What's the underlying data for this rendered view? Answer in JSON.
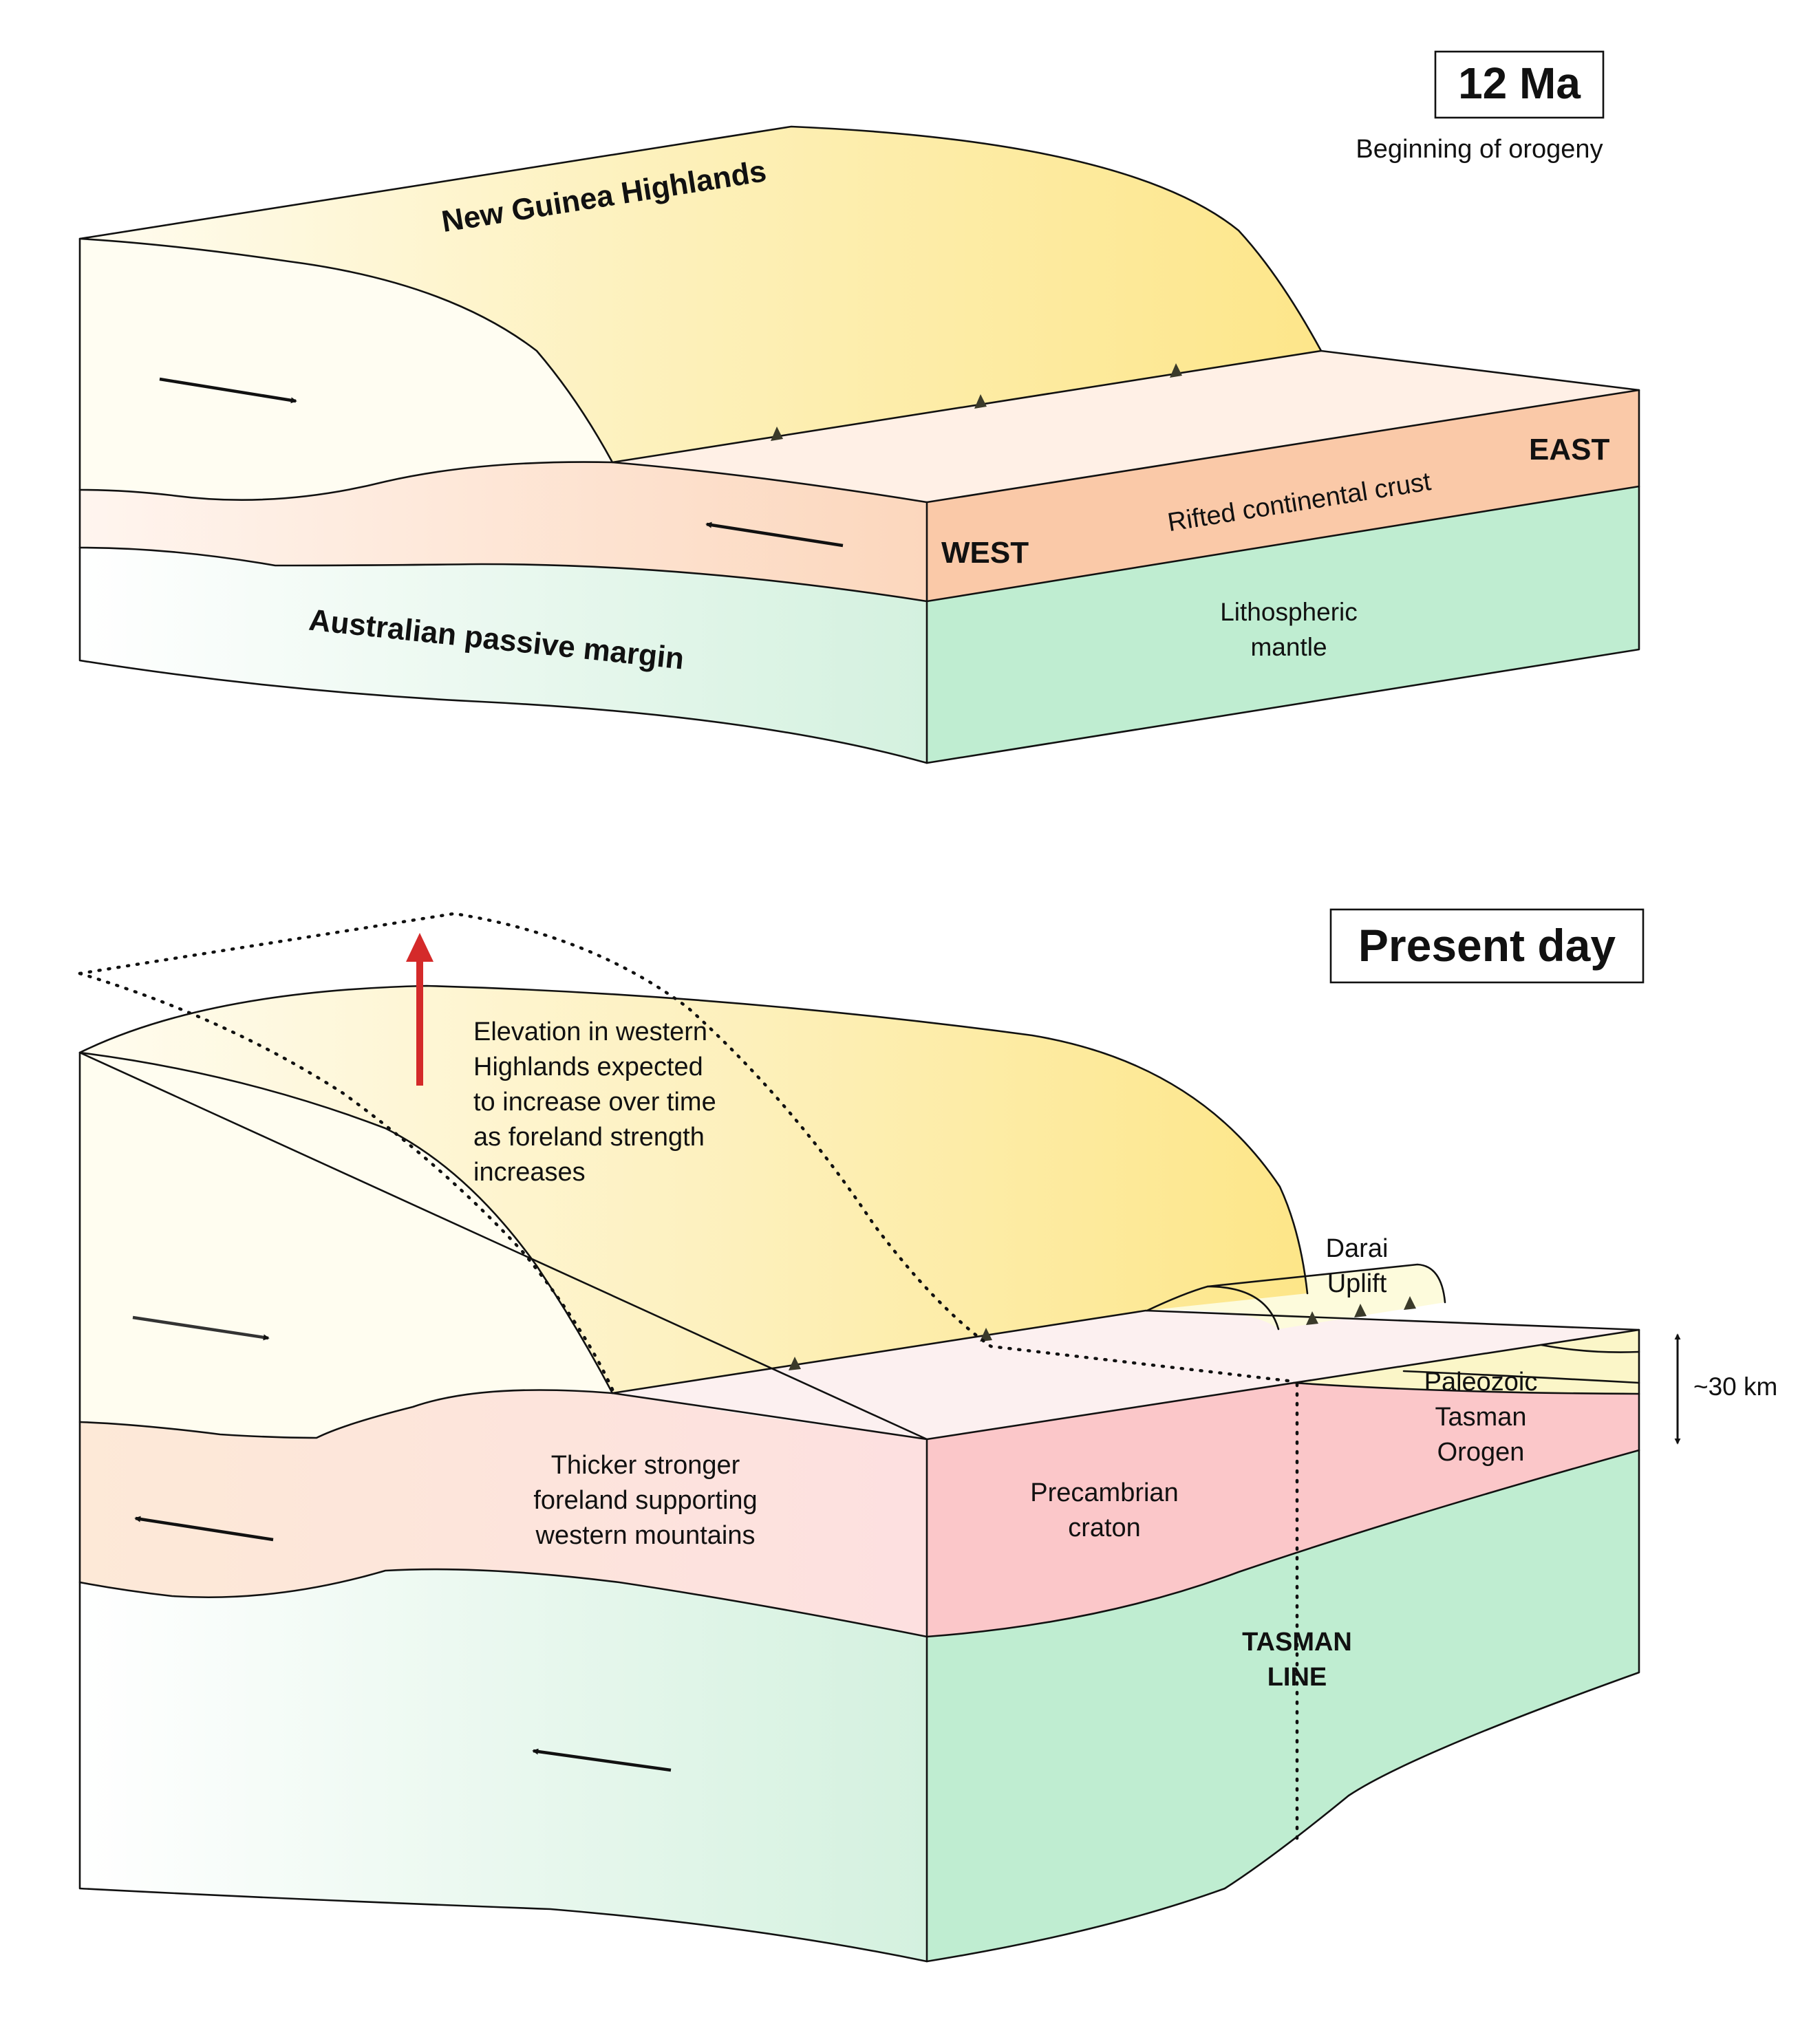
{
  "panel_top": {
    "time_label": "12 Ma",
    "caption": "Beginning of orogeny",
    "highlands_label": "New Guinea Highlands",
    "margin_label": "Australian passive margin",
    "crust_label": "Rifted continental crust",
    "mantle_label_line1": "Lithospheric",
    "mantle_label_line2": "mantle",
    "west_label": "WEST",
    "east_label": "EAST"
  },
  "panel_bottom": {
    "time_label": "Present day",
    "elevation_note": [
      "Elevation in western",
      "Highlands expected",
      "to increase over time",
      "as foreland strength",
      "increases"
    ],
    "foreland_note": [
      "Thicker stronger",
      "foreland supporting",
      "western mountains"
    ],
    "craton_label": [
      "Precambrian",
      "craton"
    ],
    "orogen_label": [
      "Paleozoic",
      "Tasman",
      "Orogen"
    ],
    "uplift_label": [
      "Darai",
      "Uplift"
    ],
    "tasman_line_label": [
      "TASMAN",
      "LINE"
    ],
    "scale_label": "~30 km"
  },
  "colors": {
    "highlands": "#fde98c",
    "crust": "#fac9a8",
    "mantle": "#bfedd1",
    "craton": "#fbc7c9",
    "orogen": "#fbf6c8",
    "elevation_arrow": "#d42a2a"
  }
}
